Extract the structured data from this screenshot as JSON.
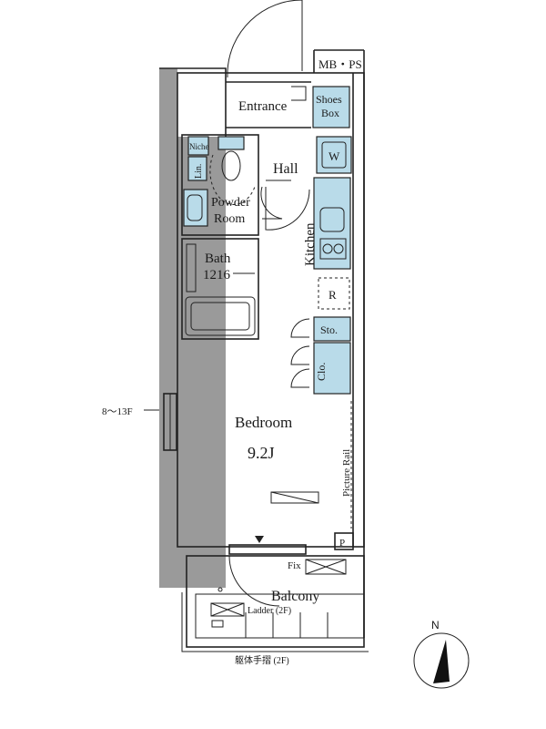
{
  "rooms": {
    "mbps": "MB・PS",
    "entrance": "Entrance",
    "shoes_box_line1": "Shoes",
    "shoes_box_line2": "Box",
    "niche": "Niche",
    "linen": "Lin.",
    "washer": "W",
    "hall": "Hall",
    "powder_room_line1": "Powder",
    "powder_room_line2": "Room",
    "kitchen": "Kitchen",
    "bath_line1": "Bath",
    "bath_line2": "1216",
    "refrigerator": "R",
    "storage": "Sto.",
    "closet": "Clo.",
    "floors": "8～13F",
    "bedroom": "Bedroom",
    "bedroom_size": "9.2J",
    "picture_rail": "Picture Rail",
    "pipe": "P",
    "fix": "Fix",
    "balcony": "Balcony",
    "ladder": "Ladder (2F)",
    "handrail": "躯体手摺 (2F)",
    "north": "N"
  },
  "colors": {
    "wall": "#9a9a9a",
    "fixture": "#b9dbe9",
    "line": "#222222"
  }
}
